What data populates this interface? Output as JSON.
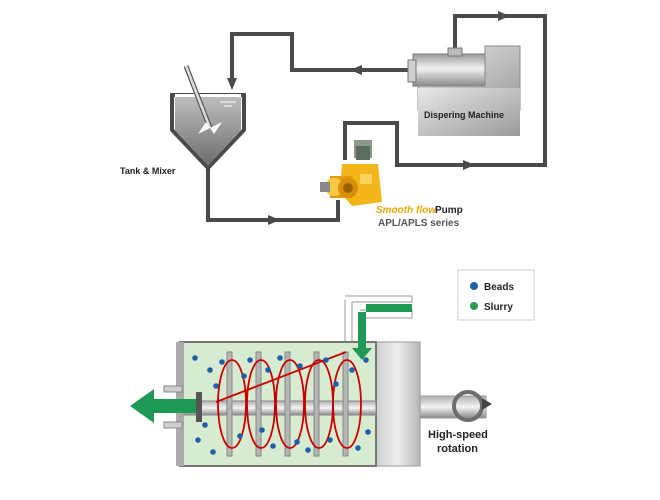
{
  "labels": {
    "tank": "Tank & Mixer",
    "machine": "Dispering Machine",
    "pump_brand": "Smooth flow",
    "pump_word": "Pump",
    "pump_series": "APL/APLS series",
    "rotation_line1": "High-speed",
    "rotation_line2": "rotation"
  },
  "legend": {
    "items": [
      {
        "label": "Beads",
        "color": "#1f5fa8"
      },
      {
        "label": "Slurry",
        "color": "#2e9a4e"
      }
    ]
  },
  "colors": {
    "pipe": "#4a4a4a",
    "brand": "#e6a800",
    "chamber_fill": "#d7ebd0",
    "flow_arrow": "#1f9a55",
    "circulation": "#cc0000",
    "bead": "#1f5fa8"
  }
}
